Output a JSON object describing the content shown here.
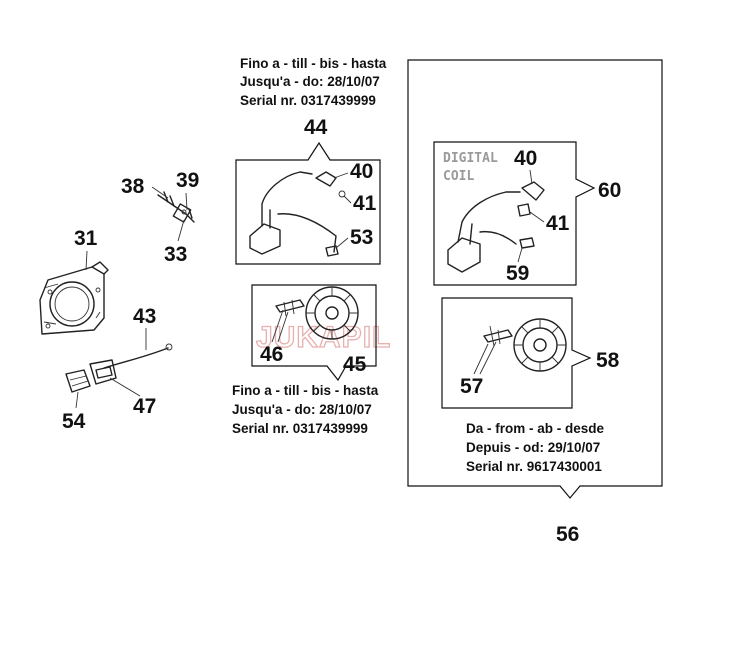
{
  "notes": {
    "top_left": [
      "Fino a - till - bis - hasta",
      "Jusqu'a - do: 28/10/07",
      "Serial nr. 0317439999"
    ],
    "bottom_left": [
      "Fino a - till - bis - hasta",
      "Jusqu'a - do: 28/10/07",
      "Serial nr. 0317439999"
    ],
    "right": [
      "Da - from - ab - desde",
      "Depuis - od: 29/10/07",
      "Serial nr. 9617430001"
    ]
  },
  "coil_label": [
    "DIGITAL",
    "COIL"
  ],
  "watermark": "JUKAPIL",
  "callouts": {
    "c31": "31",
    "c33": "33",
    "c38": "38",
    "c39": "39",
    "c43": "43",
    "c47": "47",
    "c54": "54",
    "c44": "44",
    "c40a": "40",
    "c41a": "41",
    "c53": "53",
    "c45": "45",
    "c46": "46",
    "c40b": "40",
    "c41b": "41",
    "c59": "59",
    "c60": "60",
    "c57": "57",
    "c58": "58",
    "c56": "56"
  }
}
